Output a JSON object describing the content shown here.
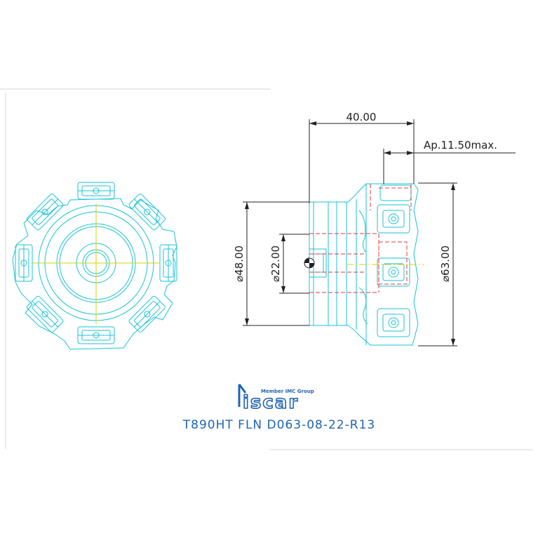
{
  "dimensions": {
    "length": "40.00",
    "ap_max": "Ap.11.50max.",
    "dia_48": "⌀48.00",
    "dia_22": "⌀22.00",
    "dia_63": "⌀63.00"
  },
  "logo": {
    "tagline": "Member IMC Group",
    "brand": "iscar"
  },
  "part_number": "T890HT FLN D063-08-22-R13",
  "colors": {
    "outline": "#19c3d6",
    "centerline": "#d4d400",
    "hidden": "#e23a3a",
    "dimension": "#222222",
    "brand": "#1f63b5",
    "frame": "#d0d0d0"
  }
}
